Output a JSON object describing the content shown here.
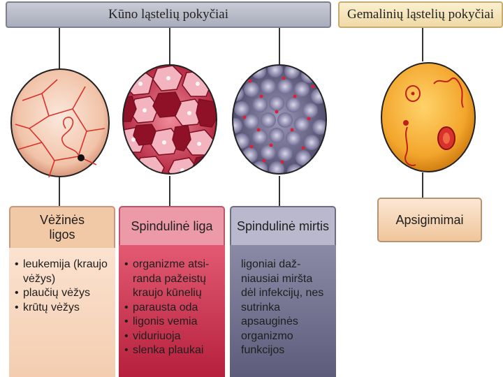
{
  "headers": {
    "somatic": "Kūno ląstelių pokyčiai",
    "germ": "Gemalinių ląstelių pokyčiai"
  },
  "panels": {
    "cancer": {
      "title": "Vėžinės ligos",
      "items": [
        "leukemija (kraujo vėžys)",
        "plaučių vėžys",
        "krūtų vėžys"
      ]
    },
    "radiation_sickness": {
      "title": "Spindulinė liga",
      "items": [
        "organizme atsi- randa pažeistų kraujo kūnelių",
        "parausta oda",
        "ligonis vemia",
        "viduriuoja",
        "slenka plaukai"
      ]
    },
    "radiation_death": {
      "title": "Spindulinė mirtis",
      "text": "ligoniai daž- niausiai miršta dėl infekcijų, nes sutrinka apsauginės organizmo funkcijos"
    },
    "birth_defects": {
      "title": "Apsigimimai"
    }
  },
  "icons": [
    "cancer-cell-icon",
    "radiation-sick-cells-icon",
    "radiation-death-cells-icon",
    "germ-cell-icon"
  ],
  "colors": {
    "somatic_header": "#b4b6c4",
    "germ_header": "#f4e2b8",
    "cancer_panel": "#f4cdb0",
    "sickness_panel": "#d23a55",
    "death_panel": "#74738f",
    "birth_panel": "#f4d5b5"
  }
}
